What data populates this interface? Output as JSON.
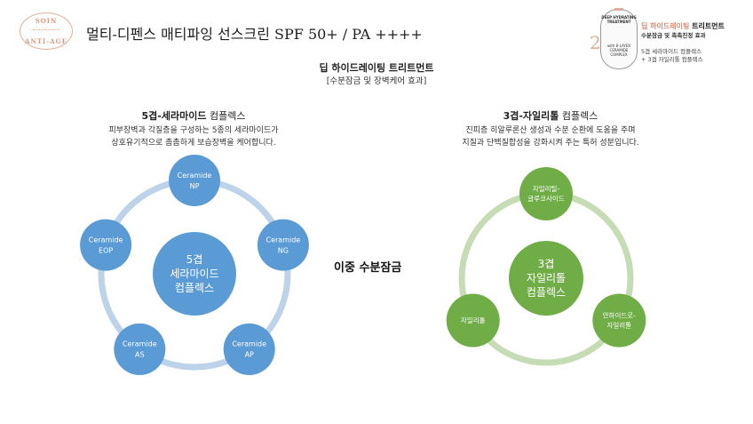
{
  "badge": {
    "top": "SOIN",
    "bottom": "ANTI-AGE"
  },
  "header": {
    "title": "멀티-디펜스 매티파잉 선스크린 SPF 50+ / PA ++++"
  },
  "product": {
    "number": "2",
    "bottle_text_top": "DEEP HYDRATING TREATMENT",
    "bottle_text_bottom": "with 8-LAYER CERAMIDE COMPLEX",
    "name_accent": "딥 하이드레이팅",
    "name_rest": " 트리트먼트",
    "subtitle": "수분잠금 및 촉촉진정 효과",
    "desc_line1": "5겹 세라마이드 컴플렉스",
    "desc_line2": "+ 3겹 자일리톨 컴플렉스"
  },
  "section": {
    "title": "딥 하이드레이팅 트리트먼트",
    "subtitle": "[수분잠금 및 장벽케어 효과]"
  },
  "left": {
    "heading_bold": "5겹-세라마이드",
    "heading_normal": " 컴플렉스",
    "desc_line1": "피부장벽과 각질층을 구성하는 5종의 세라마이드가",
    "desc_line2": "상호유기적으로 촘촘하게 보습장벽을 케어합니다.",
    "center": [
      "5겹",
      "세라마이드",
      "컴플렉스"
    ],
    "nodes": [
      [
        "Ceramide",
        "NP"
      ],
      [
        "Ceramide",
        "NG"
      ],
      [
        "Ceramide",
        "AP"
      ],
      [
        "Ceramide",
        "AS"
      ],
      [
        "Ceramide",
        "EOP"
      ]
    ]
  },
  "right": {
    "heading_bold": "3겹-자일리톨",
    "heading_normal": " 컴플렉스",
    "desc_line1": "진피층 히알루론산 생성과 수분 순환에 도움을 주며",
    "desc_line2": "지질과 단백질합성을 강화시켜 주는 특허 성분입니다.",
    "center": [
      "3겹",
      "자일리톨",
      "컴플렉스"
    ],
    "nodes": [
      [
        "자일리틸-",
        "글루코사이드"
      ],
      [
        "안하이드로-",
        "자일리톨"
      ],
      [
        "자일리톨"
      ]
    ]
  },
  "middle_label": "이중 수분잠금",
  "colors": {
    "blue": "#5b9bd5",
    "blue_ring": "#bcd3ea",
    "green": "#70ad47",
    "green_ring": "#c5dcb4",
    "accent": "#d98a70"
  }
}
